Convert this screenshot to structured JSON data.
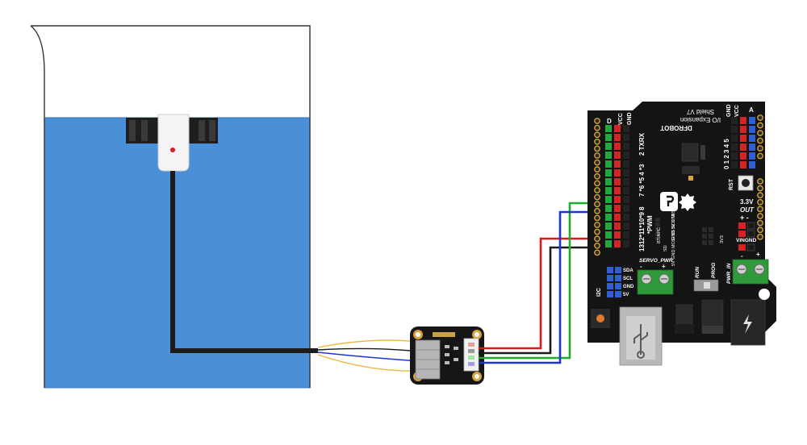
{
  "colors": {
    "water": "#4a90d9",
    "water_edge": "#3a78c0",
    "wire_red": "#d81b1b",
    "wire_green": "#1fae2c",
    "wire_blue": "#1a36d6",
    "wire_black": "#1a1a1a",
    "wire_yellow": "#e8b93a",
    "board": "#141414",
    "header_red": "#d42424",
    "header_green": "#22a83a",
    "header_blue": "#2f5fd0",
    "terminal": "#2f9a3a"
  },
  "shield": {
    "title_line1": "I/O Expansion",
    "title_line2": "Shield V7",
    "brand": "DFROBOT",
    "digital_marker": "D",
    "analog_marker": "A",
    "row_vcc": "VCC",
    "row_gnd": "GND",
    "txrx_label": "2 TXRX",
    "pins_mid": "7 *6 *5 4 *3",
    "pins_low": "1312*11*10*9 8",
    "pwm_label": "*PWM",
    "analog_pins": "0 1 2 3 4 5",
    "analog_vcc": "VCC",
    "analog_gnd": "GND",
    "rst_label": "RST",
    "v33_label": "3.3V",
    "out_label": "OUT",
    "plus_minus": "+ -",
    "vin_label": "VINGND",
    "servo_label": "SERVO_PWR",
    "pwr_in_label": "PWR_IN",
    "run_label": "RUN",
    "prog_label": "PROG",
    "i2c_label": "I2C",
    "sda_label": "SDA",
    "scl_label": "SCL",
    "gnd_label": "GND",
    "v5_label": "5V",
    "bt_label": "BT/APC",
    "bt_pins": "GND 5V DTR TXD RXD",
    "spi_pins": "5V GND MOSI SS SCK MISO",
    "spi_side": "3V3",
    "sd_label": "SD"
  }
}
